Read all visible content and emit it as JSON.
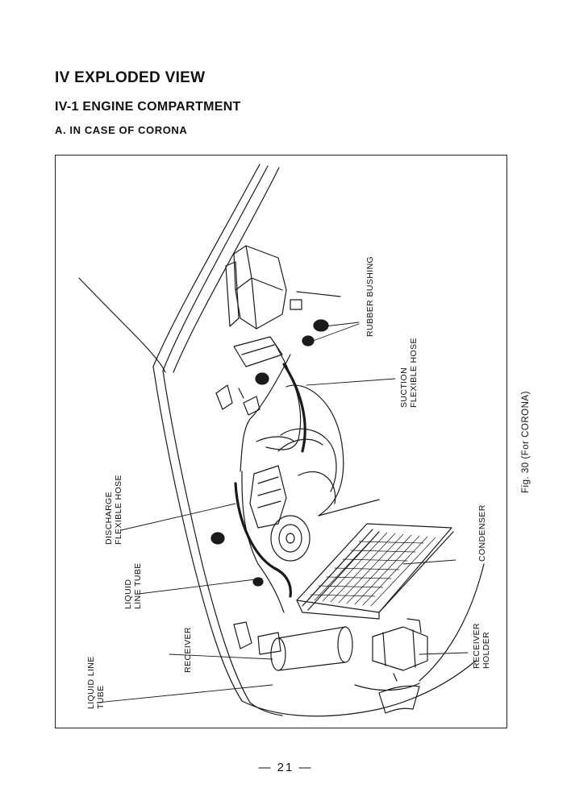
{
  "heading_main": "IV  EXPLODED VIEW",
  "heading_section": "IV-1  ENGINE COMPARTMENT",
  "heading_sub": "A.  IN CASE OF CORONA",
  "labels": {
    "rubber_bushing": "RUBBER BUSHING",
    "suction_1": "SUCTION",
    "suction_2": "FLEXIBLE HOSE",
    "discharge_1": "DISCHARGE",
    "discharge_2": "FLEXIBLE HOSE",
    "liquid_upper_1": "LIQUID",
    "liquid_upper_2": "LINE TUBE",
    "condenser": "CONDENSER",
    "receiver": "RECEIVER",
    "receiver_holder_1": "RECEIVER",
    "receiver_holder_2": "HOLDER",
    "liquid_lower_1": "LIQUID LINE",
    "liquid_lower_2": "TUBE"
  },
  "figure_caption": "Fig. 30 (For CORONA)",
  "page_number": "— 21 —"
}
